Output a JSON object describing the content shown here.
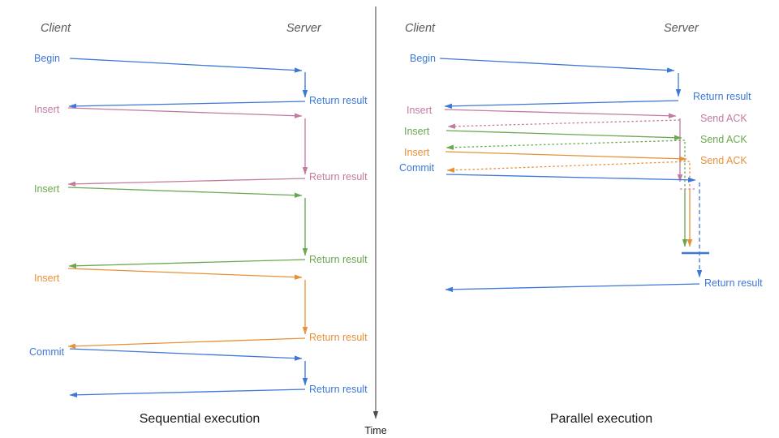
{
  "palette": {
    "blue": "#3c78d8",
    "pink": "#c27ba0",
    "green": "#6aa84f",
    "orange": "#e69138",
    "axis": "#4d4d4d",
    "header": "#5a5a5a",
    "title": "#1a1a1a"
  },
  "time_axis": {
    "label": "Time"
  },
  "sequential": {
    "title": "Sequential execution",
    "client_header": "Client",
    "server_header": "Server",
    "ops": [
      {
        "label": "Begin",
        "color": "blue",
        "return_label": "Return result"
      },
      {
        "label": "Insert",
        "color": "pink",
        "return_label": "Return result"
      },
      {
        "label": "Insert",
        "color": "green",
        "return_label": "Return result"
      },
      {
        "label": "Insert",
        "color": "orange",
        "return_label": "Return result"
      },
      {
        "label": "Commit",
        "color": "blue",
        "return_label": "Return result"
      }
    ]
  },
  "parallel": {
    "title": "Parallel execution",
    "client_header": "Client",
    "server_header": "Server",
    "ops": [
      {
        "label": "Begin",
        "color": "blue",
        "response_label": "Return result",
        "response_style": "solid"
      },
      {
        "label": "Insert",
        "color": "pink",
        "response_label": "Send ACK",
        "response_style": "dotted"
      },
      {
        "label": "Insert",
        "color": "green",
        "response_label": "Send ACK",
        "response_style": "dotted"
      },
      {
        "label": "Insert",
        "color": "orange",
        "response_label": "Send ACK",
        "response_style": "dotted"
      },
      {
        "label": "Commit",
        "color": "blue"
      }
    ],
    "final_return_label": "Return result"
  }
}
